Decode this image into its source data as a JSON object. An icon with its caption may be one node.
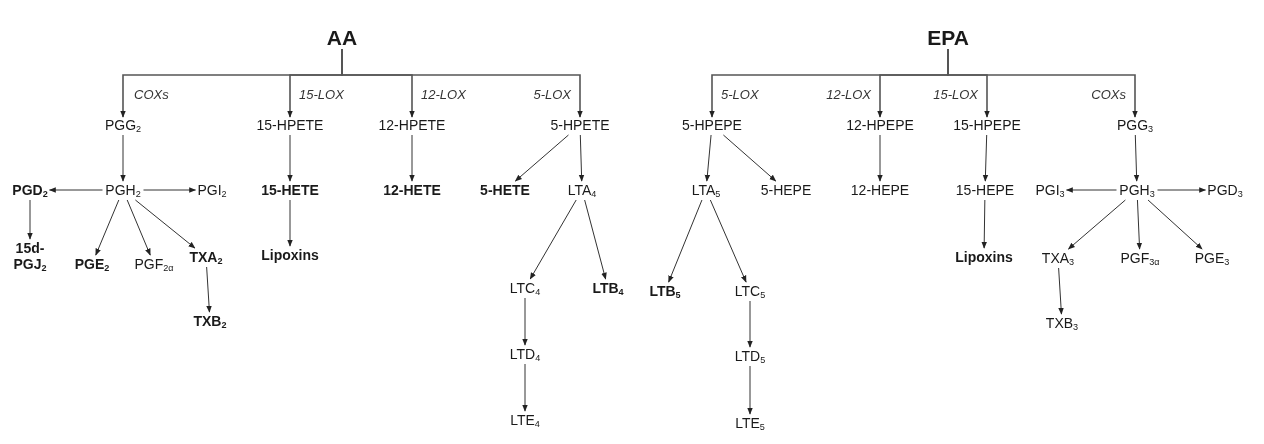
{
  "diagram": {
    "nodes": [
      {
        "text": [
          "AA"
        ]
      },
      {
        "text": [
          "PGG$_{2}$"
        ]
      },
      {
        "text": [
          "15-HPETE"
        ]
      },
      {
        "text": [
          "12-HPETE"
        ]
      },
      {
        "text": [
          "5-HPETE"
        ]
      },
      {
        "text": [
          "PGD$_{2}$"
        ]
      },
      {
        "text": [
          "PGH$_{2}$"
        ]
      },
      {
        "text": [
          "PGI$_{2}$"
        ]
      },
      {
        "text": [
          "15-HETE"
        ]
      },
      {
        "text": [
          "12-HETE"
        ]
      },
      {
        "text": [
          "5-HETE"
        ]
      },
      {
        "text": [
          "LTA$_{4}$"
        ]
      },
      {
        "text": [
          "15d-PGJ$_{2}$"
        ]
      },
      {
        "text": [
          "PGE$_{2}$"
        ]
      },
      {
        "text": [
          "PGF$_{2α}$"
        ]
      },
      {
        "text": [
          "TXA$_{2}$"
        ]
      },
      {
        "text": [
          "Lipoxins"
        ]
      },
      {
        "text": [
          "TXB$_{2}$"
        ]
      },
      {
        "text": [
          "LTC$_{4}$"
        ]
      },
      {
        "text": [
          "LTB$_{4}$"
        ]
      },
      {
        "text": [
          "LTD$_{4}$"
        ]
      },
      {
        "text": [
          "LTE$_{4}$"
        ]
      },
      {
        "text": [
          "EPA"
        ]
      },
      {
        "text": [
          "5-HPEPE"
        ]
      },
      {
        "text": [
          "12-HPEPE"
        ]
      },
      {
        "text": [
          "15-HPEPE"
        ]
      },
      {
        "text": [
          "PGG$_{3}$"
        ]
      },
      {
        "text": [
          "LTA$_{5}$"
        ]
      },
      {
        "text": [
          "5-HEPE"
        ]
      },
      {
        "text": [
          "12-HEPE"
        ]
      },
      {
        "text": [
          "15-HEPE"
        ]
      },
      {
        "text": [
          "PGI$_{3}$"
        ]
      },
      {
        "text": [
          "PGH$_{3}$"
        ]
      },
      {
        "text": [
          "PGD$_{3}$"
        ]
      },
      {
        "text": [
          "LTB$_{5}$"
        ]
      },
      {
        "text": [
          "LTC$_{5}$"
        ]
      },
      {
        "text": [
          "Lipoxins"
        ]
      },
      {
        "text": [
          "TXA$_{3}$"
        ]
      },
      {
        "text": [
          "PGF$_{3α}$"
        ]
      },
      {
        "text": [
          "PGE$_{3}$"
        ]
      },
      {
        "text": [
          "TXB$_{3}$"
        ]
      },
      {
        "text": [
          "LTD$_{5}$"
        ]
      },
      {
        "text": [
          "LTE$_{5}$"
        ]
      }
    ],
    "edges": [
      {
        "from": 0,
        "to": 1,
        "arrow": "to",
        "label": "COXs"
      },
      {
        "from": 0,
        "to": 2,
        "arrow": "to",
        "label": "15-LOX"
      },
      {
        "from": 0,
        "to": 3,
        "arrow": "to",
        "label": "12-LOX"
      },
      {
        "from": 0,
        "to": 4,
        "arrow": "to",
        "label": "5-LOX"
      },
      {
        "from": 1,
        "to": 6,
        "arrow": "to"
      },
      {
        "from": 6,
        "to": 5,
        "arrow": "to"
      },
      {
        "from": 6,
        "to": 7,
        "arrow": "to"
      },
      {
        "from": 5,
        "to": 12,
        "arrow": "to"
      },
      {
        "from": 6,
        "to": 13,
        "arrow": "to"
      },
      {
        "from": 6,
        "to": 14,
        "arrow": "to"
      },
      {
        "from": 6,
        "to": 15,
        "arrow": "to"
      },
      {
        "from": 15,
        "to": 17,
        "arrow": "to"
      },
      {
        "from": 2,
        "to": 8,
        "arrow": "to"
      },
      {
        "from": 8,
        "to": 16,
        "arrow": "to"
      },
      {
        "from": 3,
        "to": 9,
        "arrow": "to"
      },
      {
        "from": 4,
        "to": 10,
        "arrow": "to"
      },
      {
        "from": 4,
        "to": 11,
        "arrow": "to"
      },
      {
        "from": 11,
        "to": 18,
        "arrow": "to"
      },
      {
        "from": 11,
        "to": 19,
        "arrow": "to"
      },
      {
        "from": 18,
        "to": 20,
        "arrow": "to"
      },
      {
        "from": 20,
        "to": 21,
        "arrow": "to"
      },
      {
        "from": 22,
        "to": 23,
        "arrow": "to",
        "label": "5-LOX"
      },
      {
        "from": 22,
        "to": 24,
        "arrow": "to",
        "label": "12-LOX"
      },
      {
        "from": 22,
        "to": 25,
        "arrow": "to",
        "label": "15-LOX"
      },
      {
        "from": 22,
        "to": 26,
        "arrow": "to",
        "label": "COXs"
      },
      {
        "from": 23,
        "to": 27,
        "arrow": "to"
      },
      {
        "from": 23,
        "to": 28,
        "arrow": "to"
      },
      {
        "from": 24,
        "to": 29,
        "arrow": "to"
      },
      {
        "from": 25,
        "to": 30,
        "arrow": "to"
      },
      {
        "from": 30,
        "to": 36,
        "arrow": "to"
      },
      {
        "from": 26,
        "to": 32,
        "arrow": "to"
      },
      {
        "from": 32,
        "to": 31,
        "arrow": "to"
      },
      {
        "from": 32,
        "to": 33,
        "arrow": "to"
      },
      {
        "from": 32,
        "to": 37,
        "arrow": "to"
      },
      {
        "from": 32,
        "to": 38,
        "arrow": "to"
      },
      {
        "from": 32,
        "to": 39,
        "arrow": "to"
      },
      {
        "from": 37,
        "to": 40,
        "arrow": "to"
      },
      {
        "from": 27,
        "to": 34,
        "arrow": "to"
      },
      {
        "from": 27,
        "to": 35,
        "arrow": "to"
      },
      {
        "from": 35,
        "to": 41,
        "arrow": "to"
      },
      {
        "from": 41,
        "to": 42,
        "arrow": "to"
      }
    ]
  }
}
